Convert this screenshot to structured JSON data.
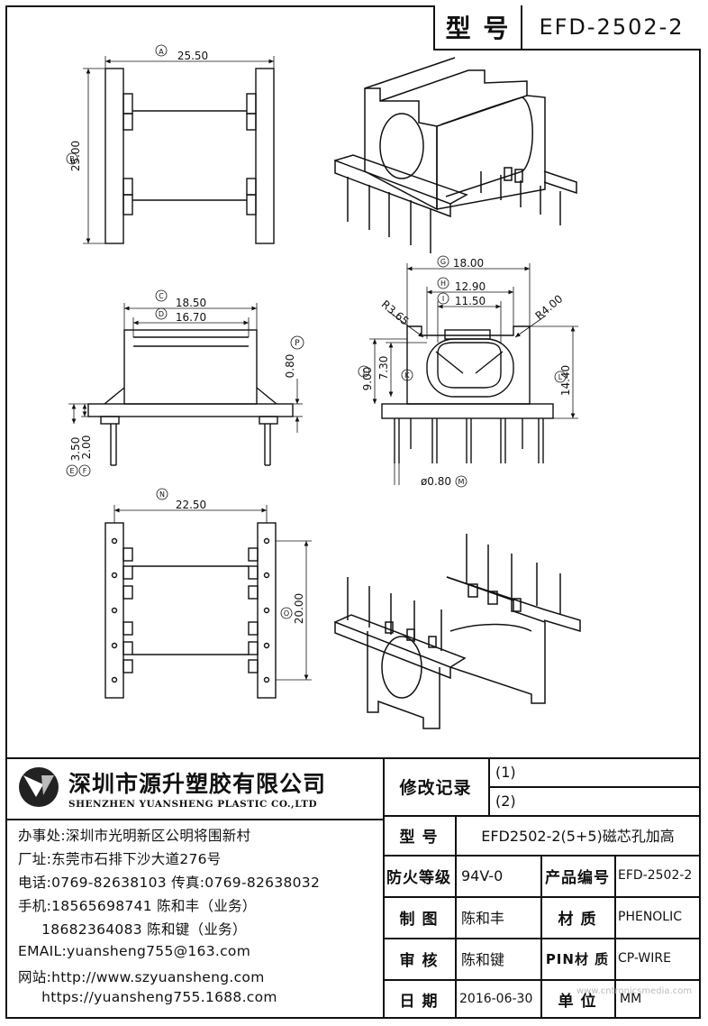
{
  "title_block": {
    "model_label": "型 号",
    "model_value": "EFD-2502-2"
  },
  "dimensions": {
    "A": "A",
    "A_val": "25.50",
    "B": "B",
    "B_val": "25.00",
    "C": "C",
    "C_val": "18.50",
    "D": "D",
    "D_val": "16.70",
    "P": "P",
    "P_val": "0.80",
    "E": "E",
    "E_val": "3.50",
    "F": "F",
    "F_val": "2.00",
    "G": "G",
    "G_val": "18.00",
    "H": "H",
    "H_val": "12.90",
    "I": "I",
    "I_val": "11.50",
    "R1": "R3.65",
    "R2": "R4.00",
    "J": "J",
    "J_val": "9.00",
    "K": "K",
    "K_val": "7.30",
    "L": "L",
    "L_val": "14.40",
    "M": "M",
    "M_val": "ø0.80",
    "N": "N",
    "N_val": "22.50",
    "O": "O",
    "O_val": "20.00"
  },
  "company": {
    "name_cn": "深圳市源升塑胶有限公司",
    "name_en": "SHENZHEN YUANSHENG PLASTIC CO.,LTD",
    "office": "办事处:深圳市光明新区公明将围新村",
    "factory": "厂址:东莞市石排下沙大道276号",
    "phone": "电话:0769-82638103 传真:0769-82638032",
    "mobile1": "手机:18565698741 陈和丰（业务）",
    "mobile2": "     18682364083 陈和键（业务）",
    "email": "EMAIL:yuansheng755@163.com",
    "web1": "网站:http://www.szyuansheng.com",
    "web2": "     https://yuansheng755.1688.com"
  },
  "table": {
    "revision_label": "修改记录",
    "rev1": "(1)",
    "rev2": "(2)",
    "model_label": "型 号",
    "model_value": "EFD2502-2(5+5)磁芯孔加高",
    "fire_label": "防火等级",
    "fire_value": "94V-0",
    "product_no_label": "产品编号",
    "product_no_value": "EFD-2502-2",
    "drawn_label": "制 图",
    "drawn_value": "陈和丰",
    "material_label": "材 质",
    "material_value": "PHENOLIC",
    "checked_label": "审 核",
    "checked_value": "陈和键",
    "pin_label": "PIN材 质",
    "pin_value": "CP-WIRE",
    "date_label": "日 期",
    "date_value": "2016-06-30",
    "unit_label": "单 位",
    "unit_value": "MM",
    "watermark": "www.cntronicsmedia.com"
  }
}
